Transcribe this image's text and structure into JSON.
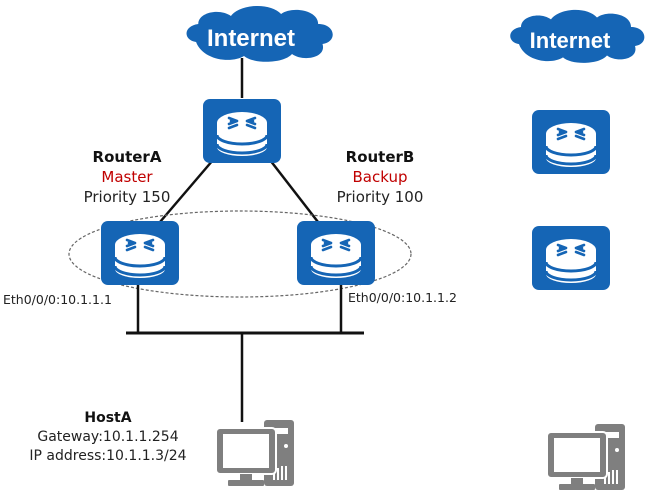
{
  "colors": {
    "device_blue": "#1565b5",
    "link_black": "#111111",
    "pc_gray": "#7f7f7f",
    "role_red": "#c00000",
    "vrrp_group_border": "#666666"
  },
  "left_topology": {
    "cloud": {
      "label": "Internet",
      "icon": "cloud-icon"
    },
    "upstream_router": {
      "icon": "router-icon"
    },
    "router_a": {
      "name": "RouterA",
      "role": "Master",
      "priority": "Priority 150",
      "interface": "Eth0/0/0:10.1.1.1",
      "icon": "router-icon"
    },
    "router_b": {
      "name": "RouterB",
      "role": "Backup",
      "priority": "Priority 100",
      "interface": "Eth0/0/0:10.1.1.2",
      "icon": "router-icon"
    },
    "vrrp_group": {
      "style": "dashed-ellipse"
    },
    "host": {
      "name": "HostA",
      "gateway": "Gateway:10.1.1.254",
      "ip": "IP address:10.1.1.3/24",
      "icon": "pc-icon"
    }
  },
  "right_topology": {
    "cloud": {
      "label": "Internet",
      "icon": "cloud-icon"
    },
    "routers": [
      {
        "icon": "router-icon"
      },
      {
        "icon": "router-icon"
      }
    ],
    "host": {
      "icon": "pc-icon"
    }
  }
}
